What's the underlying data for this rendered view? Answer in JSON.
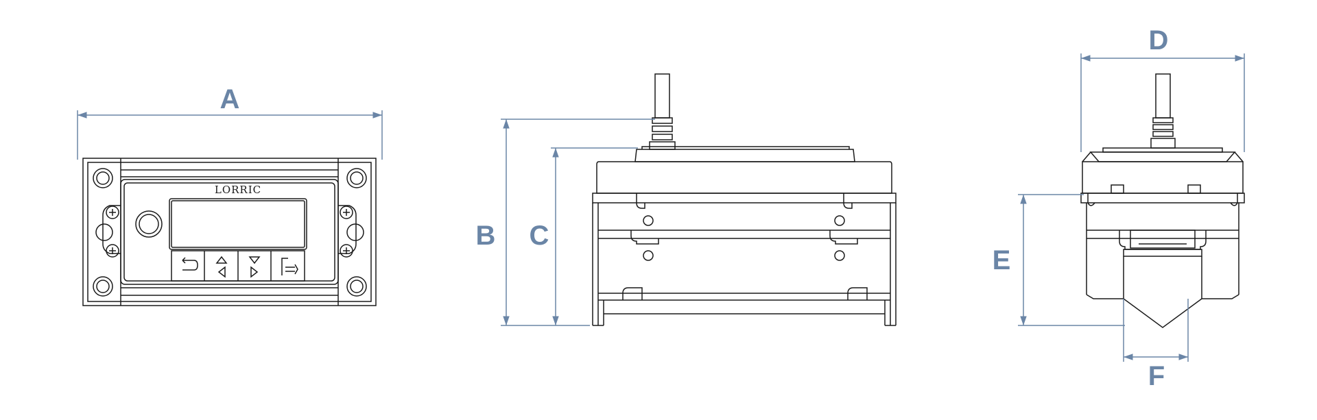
{
  "colors": {
    "dimension": "#6a85a6",
    "line": "#1a1a1a",
    "background": "#ffffff"
  },
  "front_view": {
    "brand": "LORRIC",
    "dimension_label": "A"
  },
  "side_view": {
    "dimension_labels": {
      "overall_height": "B",
      "body_height": "C"
    }
  },
  "end_view": {
    "dimension_labels": {
      "width": "D",
      "height": "E",
      "base_width": "F"
    }
  },
  "icons": [
    "back-arrow-icon",
    "up-left-arrow-icon",
    "down-right-arrow-icon",
    "enter-icon"
  ]
}
